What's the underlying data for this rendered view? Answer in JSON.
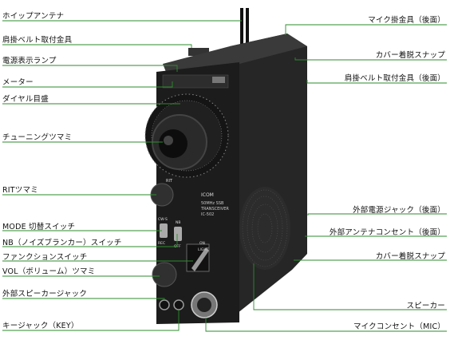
{
  "labels_left": [
    "ホイップアンテナ",
    "肩掛ベルト取付金具",
    "電源表示ランプ",
    "メーター",
    "ダイヤル目盛",
    "チューニングツマミ",
    "RITツマミ",
    "MODE 切替スイッチ",
    "NB（ノイズブランカー）スイッチ",
    "ファンクションスイッチ",
    "VOL（ボリューム）ツマミ",
    "外部スピーカージャック",
    "キージャック（KEY）"
  ],
  "labels_right": [
    "マイク掛金具（後面）",
    "カバー着脱スナップ",
    "肩掛ベルト取付金具（後面）",
    "外部電源ジャック（後面）",
    "外部アンテナコンセント（後面）",
    "カバー着脱スナップ",
    "スピーカー",
    "マイクコンセント（MIC）"
  ],
  "device": {
    "brand": "ICOM",
    "model_line1": "50MHz SSB",
    "model_line2": "TRANSCEIVER",
    "model_line3": "IC-502",
    "rit_label": "RIT",
    "mode_label": "CW-S",
    "nb_label": "NB",
    "rec_label": "REC",
    "off_label": "OFF",
    "on_label": "ON",
    "light_label": "LIGHT"
  },
  "colors": {
    "leader": "#2e8b2e",
    "body": "#1b1b1b",
    "panel": "#242424"
  }
}
